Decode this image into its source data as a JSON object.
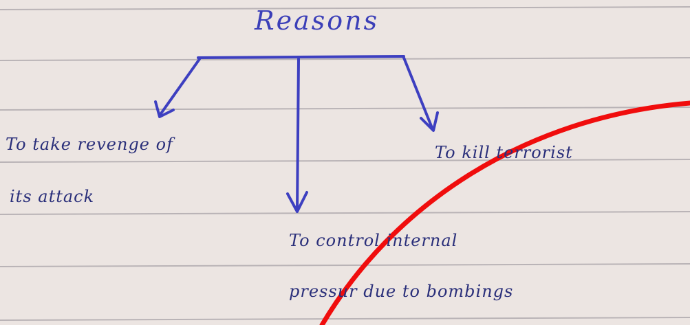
{
  "note": {
    "title": "Reasons",
    "branches": {
      "left": [
        "To take revenge of",
        "its attack"
      ],
      "middle": [
        "To control internal",
        "pressur due to bombings"
      ],
      "right": [
        "To kill terrorist"
      ]
    }
  },
  "colors": {
    "paper": "#ece5e2",
    "rule_line": "#b9b3b6",
    "title_ink": "#3b3fb8",
    "arrow_ink": "#3d3fc0",
    "text_ink": "#2a2f7a",
    "red_mark": "#f00d0d"
  }
}
